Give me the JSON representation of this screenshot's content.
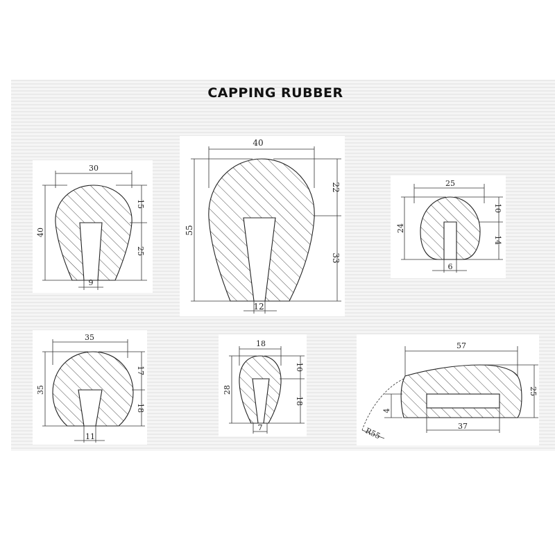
{
  "title": "CAPPING RUBBER",
  "profiles": [
    {
      "id": "p1",
      "dims": {
        "width": "30",
        "height": "40",
        "top": "15",
        "bottom": "25",
        "slot": "9"
      }
    },
    {
      "id": "p2",
      "dims": {
        "width": "40",
        "height": "55",
        "top": "22",
        "bottom": "33",
        "slot": "12"
      }
    },
    {
      "id": "p3",
      "dims": {
        "width": "25",
        "height": "24",
        "top": "10",
        "bottom": "14",
        "slot": "6"
      }
    },
    {
      "id": "p4",
      "dims": {
        "width": "35",
        "height": "35",
        "top": "17",
        "bottom": "18",
        "slot": "11"
      }
    },
    {
      "id": "p5",
      "dims": {
        "width": "18",
        "height": "28",
        "top": "10",
        "bottom": "18",
        "slot": "7"
      }
    },
    {
      "id": "p6",
      "dims": {
        "width": "57",
        "height": "25",
        "side": "4",
        "slot": "37",
        "radius": "R55"
      }
    }
  ],
  "colors": {
    "background": "#f1f1f1",
    "panel": "#ffffff",
    "line": "#222222"
  }
}
